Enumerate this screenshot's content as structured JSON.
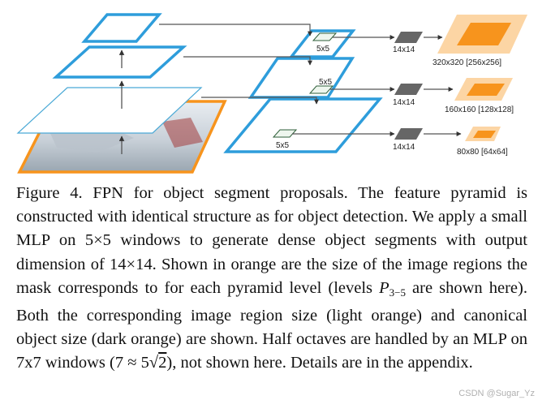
{
  "figure": {
    "window_labels": [
      "5x5",
      "5x5",
      "5x5"
    ],
    "mlp_labels": [
      "14x14",
      "14x14",
      "14x14"
    ],
    "region_labels": [
      "320x320 [256x256]",
      "160x160 [128x128]",
      "80x80 [64x64]"
    ]
  },
  "caption": {
    "prefix": "Figure 4. FPN for object segment proposals. The feature pyramid is constructed with identical structure as for object detection. We apply a small MLP on 5×5 windows to generate dense object segments with output dimension of 14×14. Shown in orange are the size of the image regions the mask corresponds to for each pyramid level (levels ",
    "math_p": "P",
    "math_sub": "3−5",
    "middle": " are shown here). Both the corresponding image region size (light orange) and canonical object size (dark orange) are shown. Half octaves are handled by an MLP on 7x7 windows (",
    "math_approx": "7 ≈ 5√",
    "math_sqrt": "2",
    "suffix": "), not shown here. Details are in the appendix."
  },
  "watermark": "CSDN @Sugar_Yz",
  "colors": {
    "blue": "#2e9ddb",
    "orange_dark": "#f7941d",
    "orange_light": "#fcd5a4",
    "gray": "#666666",
    "window_green": "#2f5f3a",
    "thin_blue": "#4aa9d6"
  }
}
